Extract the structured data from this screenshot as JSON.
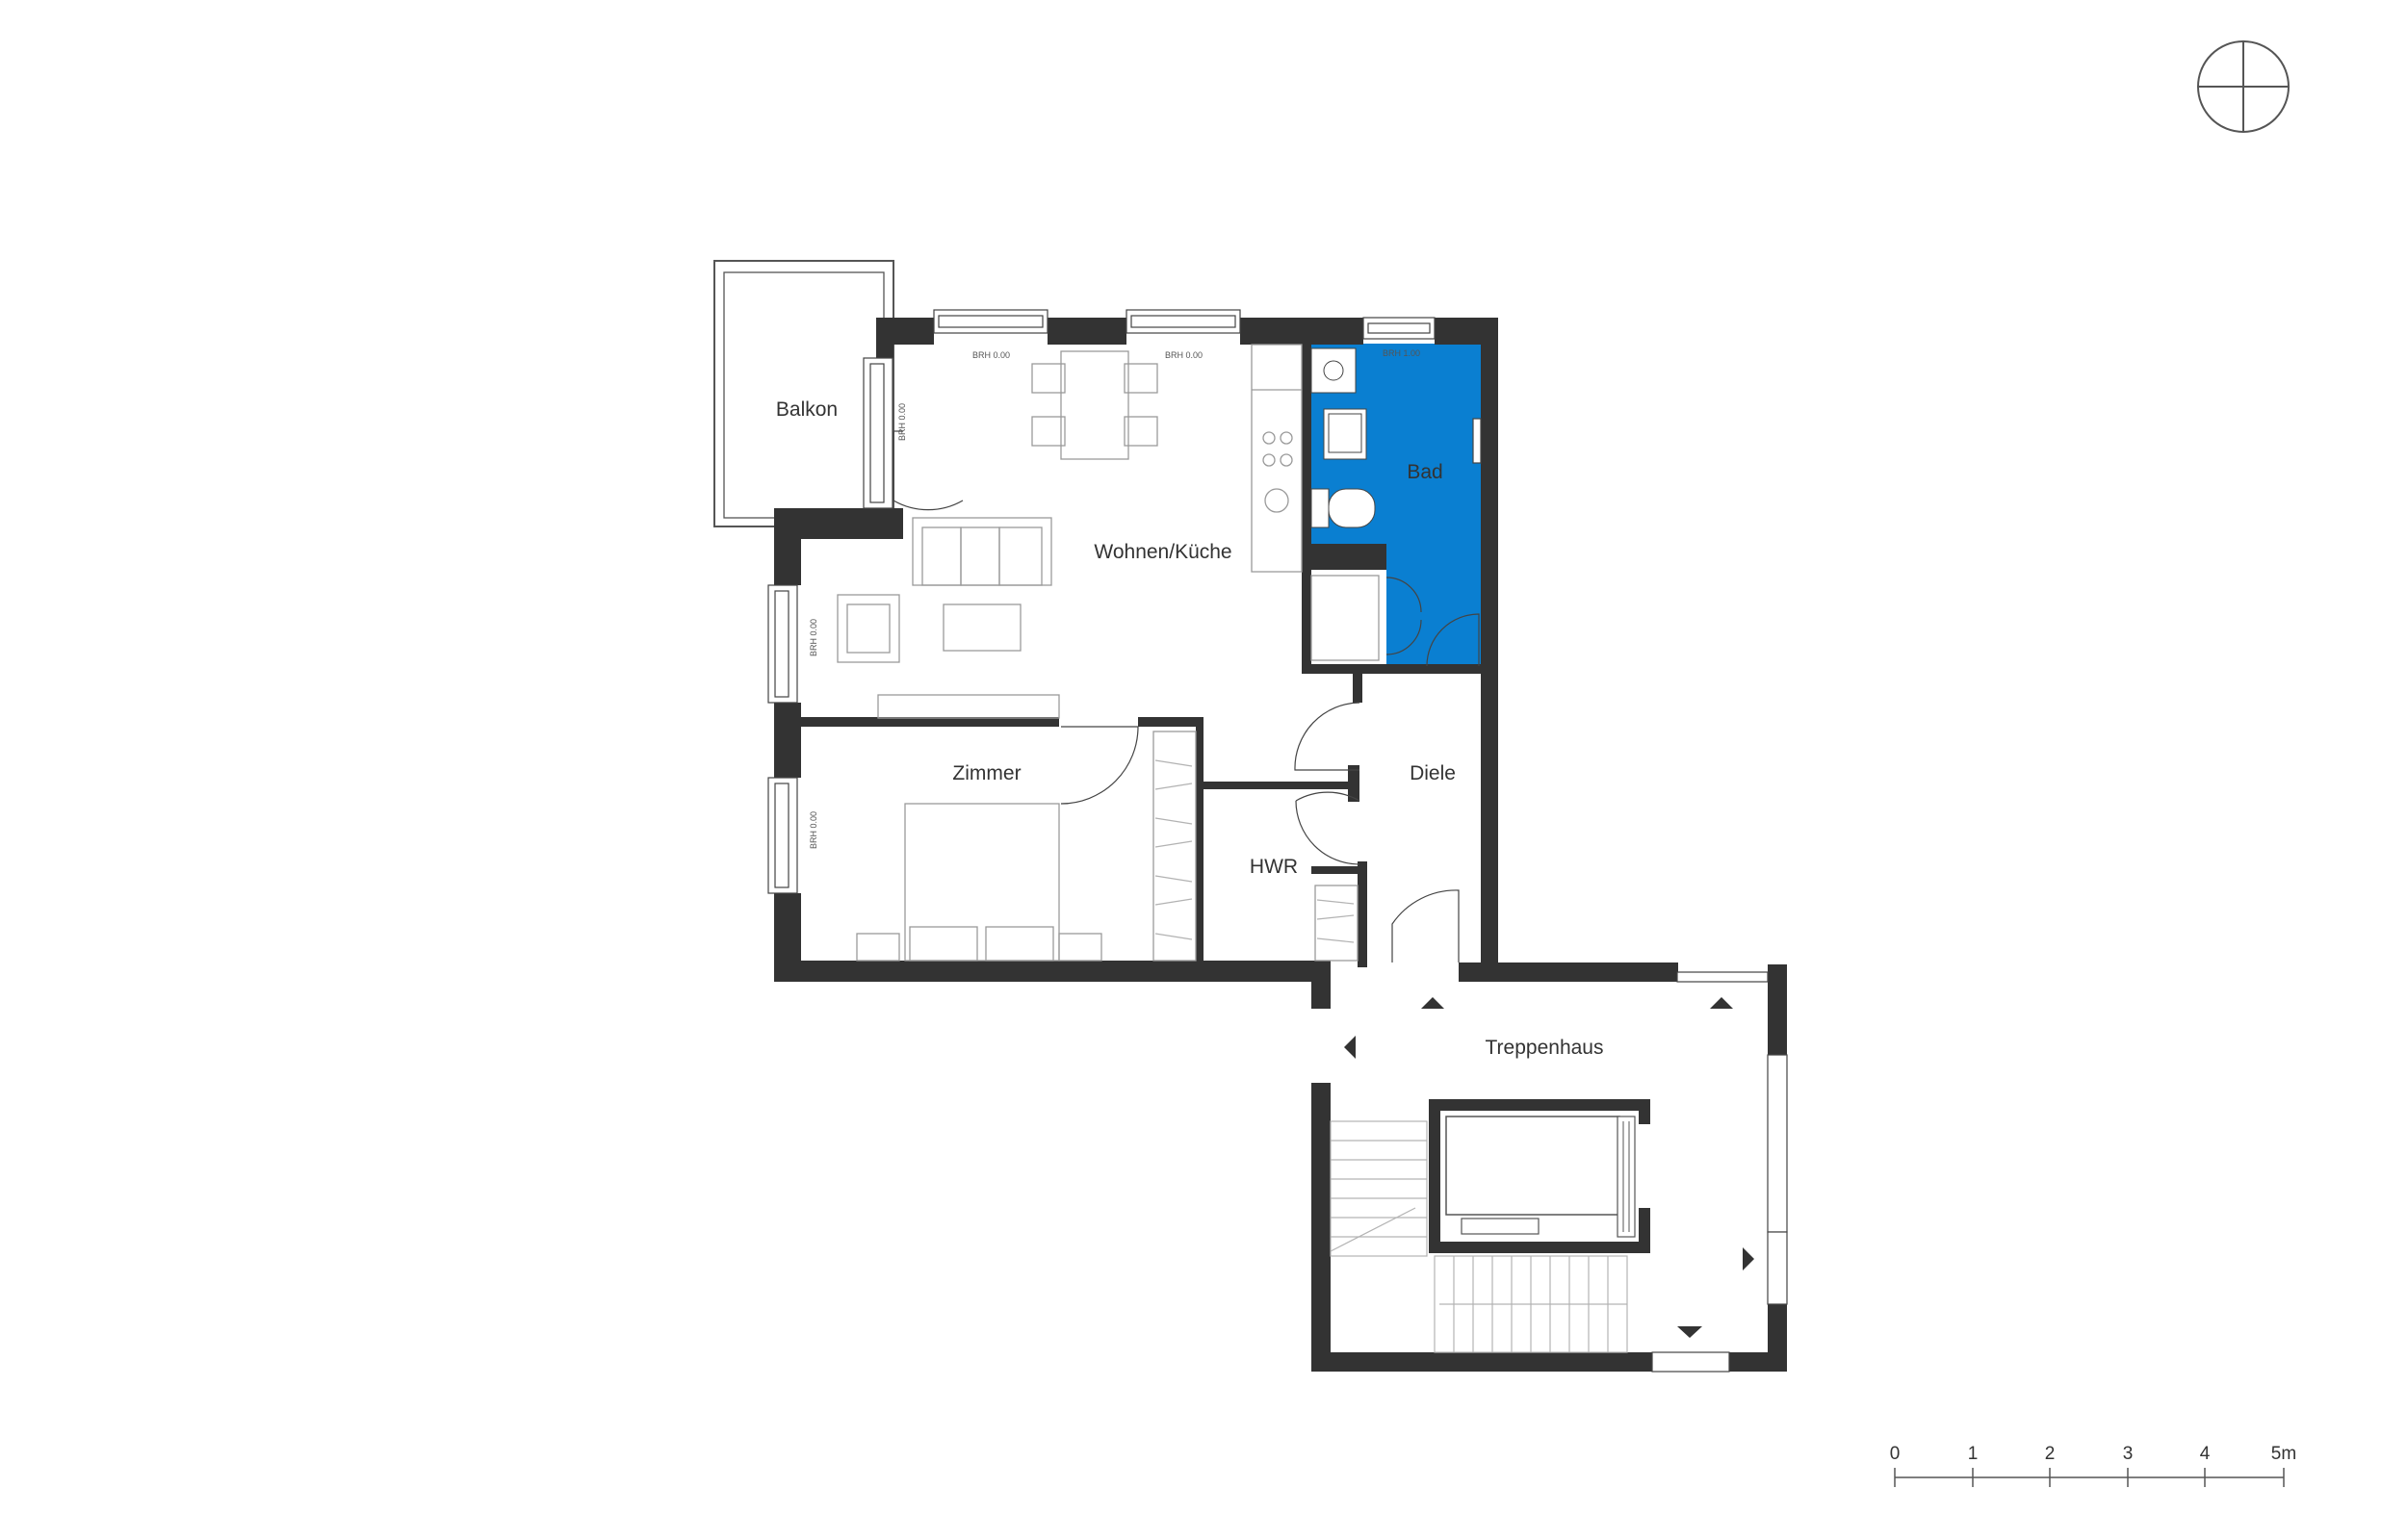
{
  "plan": {
    "rooms": {
      "balkon": "Balkon",
      "wohnen": "Wohnen/Küche",
      "bad": "Bad",
      "zimmer": "Zimmer",
      "diele": "Diele",
      "hwr": "HWR",
      "treppenhaus": "Treppenhaus"
    },
    "window_marks": {
      "north_left": "BRH 0.00",
      "north_right": "BRH 0.00",
      "north_bad": "BRH 1.00",
      "balkon_door": "BRH 0.00",
      "west_living": "BRH 0.00",
      "west_zimmer": "BRH 0.00"
    },
    "highlight_room": "Bad",
    "colors": {
      "wall": "#333333",
      "highlight": "#0a7fd1",
      "furniture": "#9a9a9a"
    }
  },
  "compass": {
    "icon": "north-arrow-icon"
  },
  "scale_bar": {
    "labels": [
      "0",
      "1",
      "2",
      "3",
      "4",
      "5m"
    ]
  }
}
